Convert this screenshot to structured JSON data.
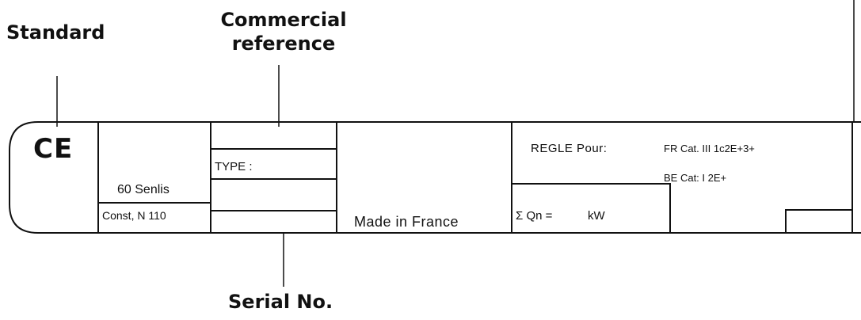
{
  "callouts": {
    "standard": "Standard",
    "commercial_reference": [
      "Commercial",
      "reference"
    ],
    "serial_no": "Serial No."
  },
  "plate": {
    "ce_mark": "CE",
    "location": "60 Senlis",
    "constructor": "Const, N 110",
    "type_label": "TYPE  :",
    "made_in": "Made in France",
    "regle_pour": "REGLE  Pour:",
    "fr_category": "FR Cat.  III 1c2E+3+",
    "be_category": "BE  Cat:   I 2E+",
    "power": "Σ Qn =",
    "power_unit": "kW"
  }
}
